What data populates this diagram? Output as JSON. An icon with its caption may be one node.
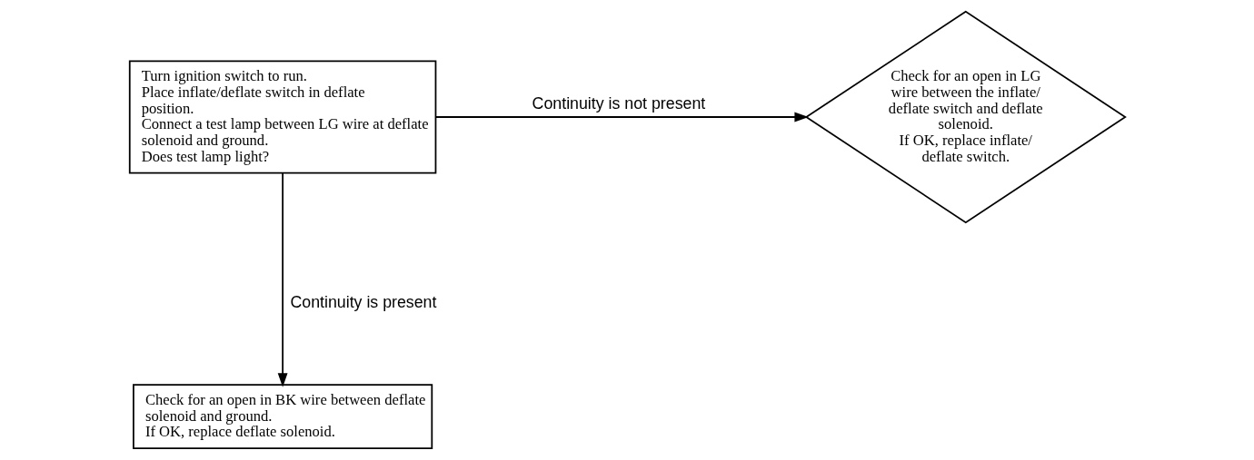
{
  "diagram": {
    "nodes": [
      {
        "text": [
          "Turn ignition switch to run.",
          "Place inflate/deflate switch in deflate position.",
          "Connect a test lamp between LG wire at deflate solenoid and ground.",
          "Does test lamp light?"
        ]
      },
      {
        "text": [
          "Check for an open in LG wire between the inflate/ deflate switch and deflate solenoid.",
          "If OK, replace inflate/ deflate switch."
        ]
      },
      {
        "text": [
          "Check for an open in BK wire between deflate solenoid and ground.",
          "If OK, replace deflate solenoid."
        ]
      }
    ],
    "edges": [
      {
        "from": 0,
        "to": 1,
        "arrow": "to",
        "label": "Continuity is not present"
      },
      {
        "from": 0,
        "to": 2,
        "arrow": "to",
        "label": "Continuity is present"
      }
    ]
  }
}
